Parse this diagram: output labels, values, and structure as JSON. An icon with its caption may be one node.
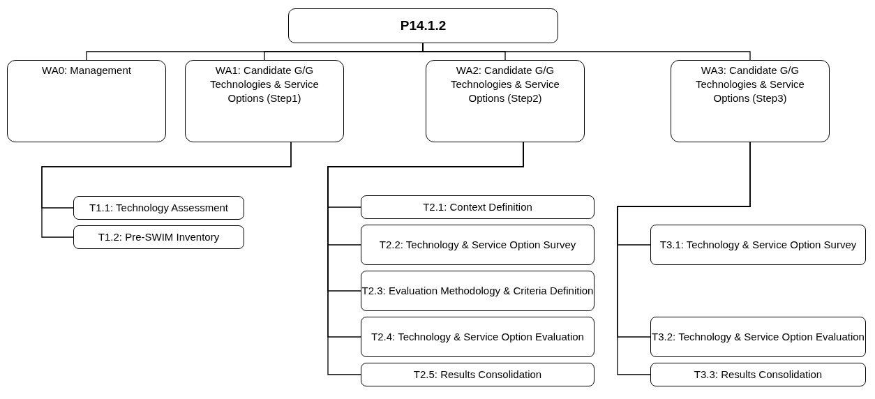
{
  "diagram": {
    "nodes": [
      {
        "text": [
          "P14.1.2"
        ]
      },
      {
        "text": [
          "WA0: Management"
        ]
      },
      {
        "text": [
          "WA1: Candidate G/G Technologies & Service Options (Step1)"
        ]
      },
      {
        "text": [
          "WA2: Candidate G/G Technologies & Service Options (Step2)"
        ]
      },
      {
        "text": [
          "WA3: Candidate G/G Technologies & Service Options (Step3)"
        ]
      },
      {
        "text": [
          "T1.1: Technology Assessment"
        ]
      },
      {
        "text": [
          "T1.2: Pre-SWIM Inventory"
        ]
      },
      {
        "text": [
          "T2.1: Context Definition"
        ]
      },
      {
        "text": [
          "T2.2: Technology & Service Option Survey"
        ]
      },
      {
        "text": [
          "T2.3: Evaluation Methodology & Criteria Definition"
        ]
      },
      {
        "text": [
          "T2.4: Technology & Service Option Evaluation"
        ]
      },
      {
        "text": [
          "T2.5: Results Consolidation"
        ]
      },
      {
        "text": [
          "T3.1: Technology & Service Option Survey"
        ]
      },
      {
        "text": [
          "T3.2: Technology & Service Option Evaluation"
        ]
      },
      {
        "text": [
          "T3.3: Results Consolidation"
        ]
      }
    ],
    "edges": [
      {
        "from": 0,
        "to": 1,
        "arrow": "none"
      },
      {
        "from": 0,
        "to": 2,
        "arrow": "none"
      },
      {
        "from": 0,
        "to": 3,
        "arrow": "none"
      },
      {
        "from": 0,
        "to": 4,
        "arrow": "none"
      },
      {
        "from": 2,
        "to": 5,
        "arrow": "none"
      },
      {
        "from": 2,
        "to": 6,
        "arrow": "none"
      },
      {
        "from": 3,
        "to": 7,
        "arrow": "none"
      },
      {
        "from": 3,
        "to": 8,
        "arrow": "none"
      },
      {
        "from": 3,
        "to": 9,
        "arrow": "none"
      },
      {
        "from": 3,
        "to": 10,
        "arrow": "none"
      },
      {
        "from": 3,
        "to": 11,
        "arrow": "none"
      },
      {
        "from": 4,
        "to": 12,
        "arrow": "none"
      },
      {
        "from": 4,
        "to": 13,
        "arrow": "none"
      },
      {
        "from": 4,
        "to": 14,
        "arrow": "none"
      }
    ]
  }
}
